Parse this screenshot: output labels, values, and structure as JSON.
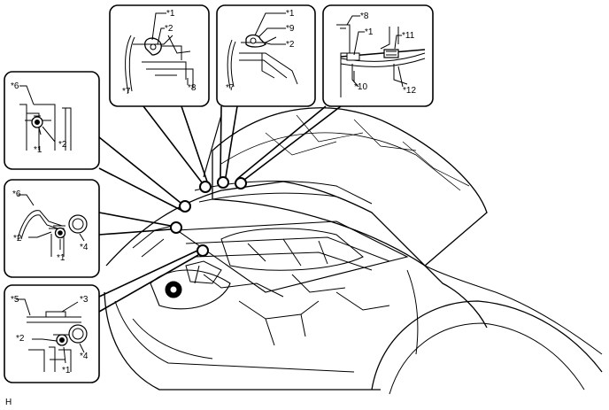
{
  "figure": {
    "corner_code": "H"
  },
  "insets": [
    {
      "id": "inset-1",
      "labels": [
        "*6",
        "*1",
        "*2"
      ]
    },
    {
      "id": "inset-2",
      "labels": [
        "*6",
        "*2",
        "*1",
        "*4"
      ]
    },
    {
      "id": "inset-3",
      "labels": [
        "*5",
        "*3",
        "*2",
        "*1",
        "*4"
      ]
    },
    {
      "id": "inset-4",
      "labels": [
        "*1",
        "*2",
        "*7",
        "*8"
      ]
    },
    {
      "id": "inset-5",
      "labels": [
        "*1",
        "*9",
        "*2",
        "*7"
      ]
    },
    {
      "id": "inset-6",
      "labels": [
        "*8",
        "*1",
        "*11",
        "*10",
        "*12"
      ]
    }
  ],
  "colors": {
    "line": "#000000",
    "fill": "#ffffff",
    "hatch": "#888888"
  }
}
